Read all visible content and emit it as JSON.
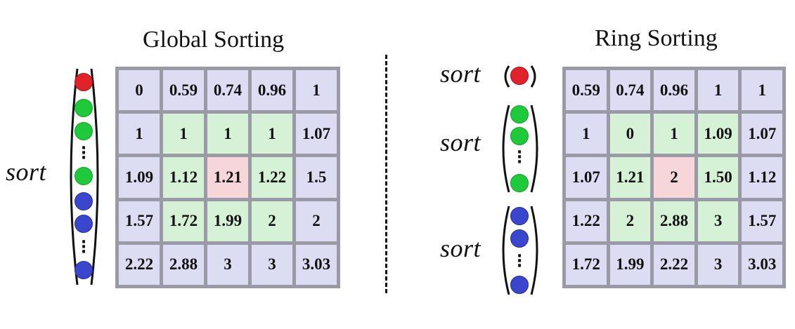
{
  "global": {
    "title": "Global Sorting",
    "sort_label": "sort",
    "cells": [
      [
        "0",
        "0.59",
        "0.74",
        "0.96",
        "1"
      ],
      [
        "1",
        "1",
        "1",
        "1",
        "1.07"
      ],
      [
        "1.09",
        "1.12",
        "1.21",
        "1.22",
        "1.5"
      ],
      [
        "1.57",
        "1.72",
        "1.99",
        "2",
        "2"
      ],
      [
        "2.22",
        "2.88",
        "3",
        "3",
        "3.03"
      ]
    ],
    "highlight": [
      [
        "blue",
        "blue",
        "blue",
        "blue",
        "blue"
      ],
      [
        "blue",
        "green",
        "green",
        "green",
        "blue"
      ],
      [
        "blue",
        "green",
        "red",
        "green",
        "blue"
      ],
      [
        "blue",
        "green",
        "green",
        "green",
        "blue"
      ],
      [
        "blue",
        "blue",
        "blue",
        "blue",
        "blue"
      ]
    ]
  },
  "ring": {
    "title": "Ring Sorting",
    "sort_labels": [
      "sort",
      "sort",
      "sort"
    ],
    "cells": [
      [
        "0.59",
        "0.74",
        "0.96",
        "1",
        "1"
      ],
      [
        "1",
        "0",
        "1",
        "1.09",
        "1.07"
      ],
      [
        "1.07",
        "1.21",
        "2",
        "1.50",
        "1.12"
      ],
      [
        "1.22",
        "2",
        "2.88",
        "3",
        "1.57"
      ],
      [
        "1.72",
        "1.99",
        "2.22",
        "3",
        "3.03"
      ]
    ],
    "highlight": [
      [
        "blue",
        "blue",
        "blue",
        "blue",
        "blue"
      ],
      [
        "blue",
        "green",
        "green",
        "green",
        "blue"
      ],
      [
        "blue",
        "green",
        "red",
        "green",
        "blue"
      ],
      [
        "blue",
        "green",
        "green",
        "green",
        "blue"
      ],
      [
        "blue",
        "blue",
        "blue",
        "blue",
        "blue"
      ]
    ]
  },
  "colors": {
    "ball_red": "#e0232b",
    "ball_green": "#1ec93a",
    "ball_blue": "#3a46cc",
    "cell_blue": "#dcdcf2",
    "cell_green": "#d6f2d6",
    "cell_red": "#f6d6d8"
  }
}
